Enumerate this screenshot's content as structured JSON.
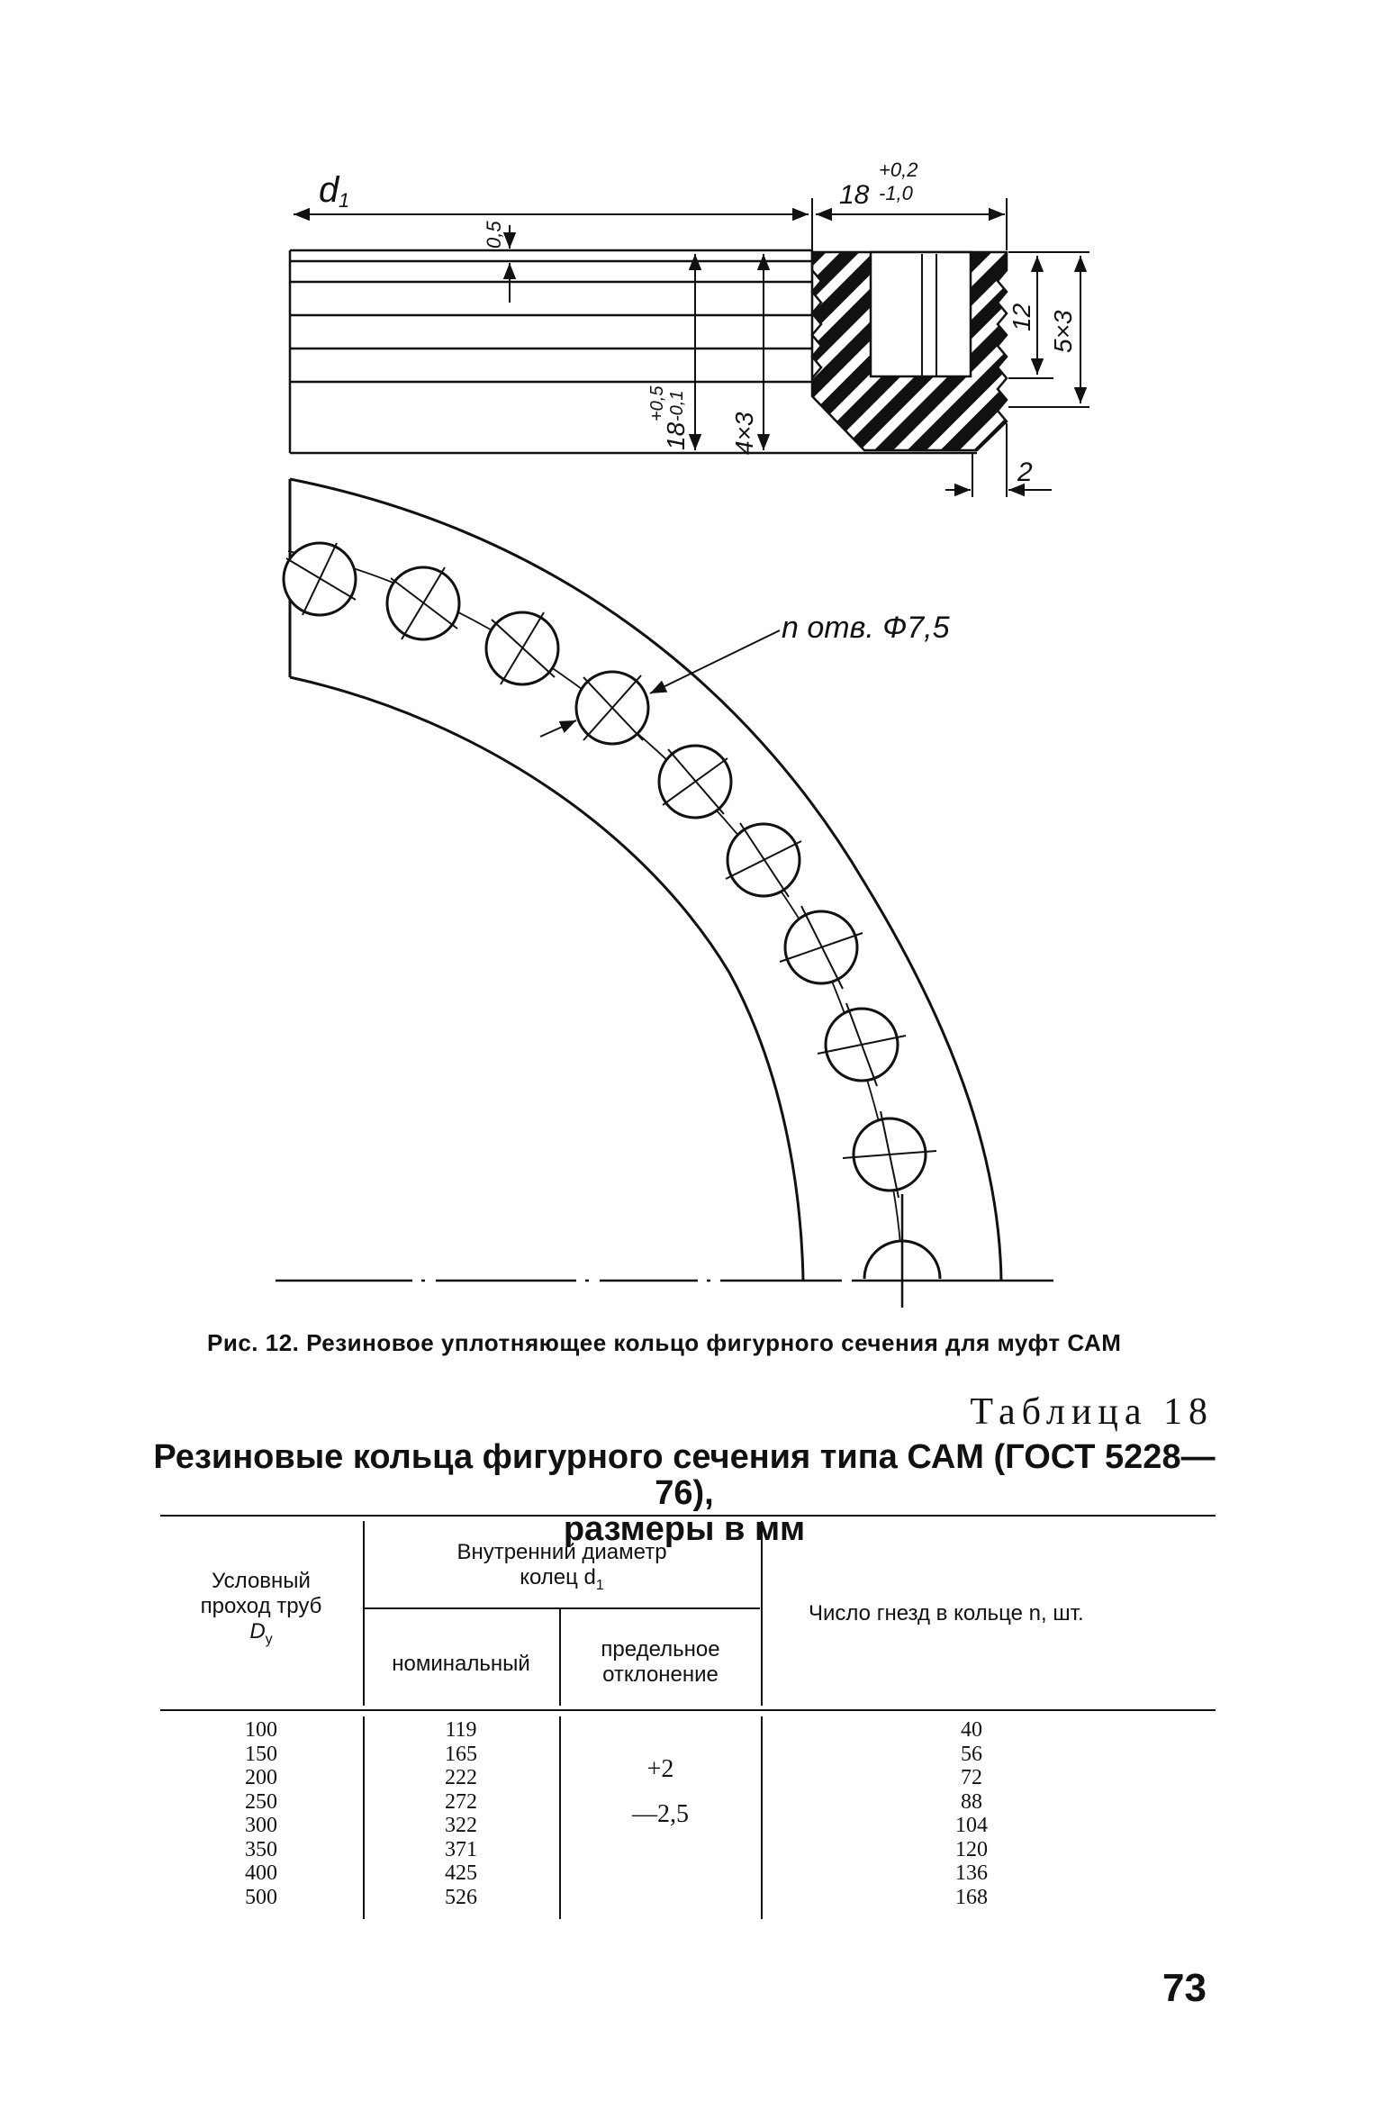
{
  "figure": {
    "dim_d1": "d",
    "dim_d1_sub": "1",
    "dim_width_base": "18",
    "dim_width_tol_upper": "+0,2",
    "dim_width_tol_lower": "-1,0",
    "dim_05": "0,5",
    "dim_18_tol": "18",
    "dim_18_tol_upper": "+0,5",
    "dim_18_tol_lower": "-0,1",
    "dim_4x3": "4×3",
    "dim_12": "12",
    "dim_5x3": "5×3",
    "dim_2": "2",
    "holes_label": "n отв. Ф7,5"
  },
  "caption": "Рис. 12. Резиновое уплотняющее кольцо фигурного сечения для муфт САМ",
  "table": {
    "number_label": "Таблица 18",
    "title_line1": "Резиновые кольца фигурного сечения типа САМ (ГОСТ 5228—76),",
    "title_line2": "размеры в мм",
    "headers": {
      "col1_line1": "Условный",
      "col1_line2": "проход труб",
      "col1_line3": "D",
      "col1_sub": "y",
      "group_line1": "Внутренний диаметр",
      "group_line2": "колец d",
      "group_sub": "1",
      "nominal": "номинальный",
      "deviation_line1": "предельное",
      "deviation_line2": "отклонение",
      "count": "Число гнезд в кольце n, шт."
    },
    "rows": [
      {
        "dy": "100",
        "nominal": "119",
        "count": "40"
      },
      {
        "dy": "150",
        "nominal": "165",
        "count": "56"
      },
      {
        "dy": "200",
        "nominal": "222",
        "count": "72"
      },
      {
        "dy": "250",
        "nominal": "272",
        "count": "88"
      },
      {
        "dy": "300",
        "nominal": "322",
        "count": "104"
      },
      {
        "dy": "350",
        "nominal": "371",
        "count": "120"
      },
      {
        "dy": "400",
        "nominal": "425",
        "count": "136"
      },
      {
        "dy": "500",
        "nominal": "526",
        "count": "168"
      }
    ],
    "deviation_plus": "+2",
    "deviation_minus": "—2,5"
  },
  "page_number": "73"
}
